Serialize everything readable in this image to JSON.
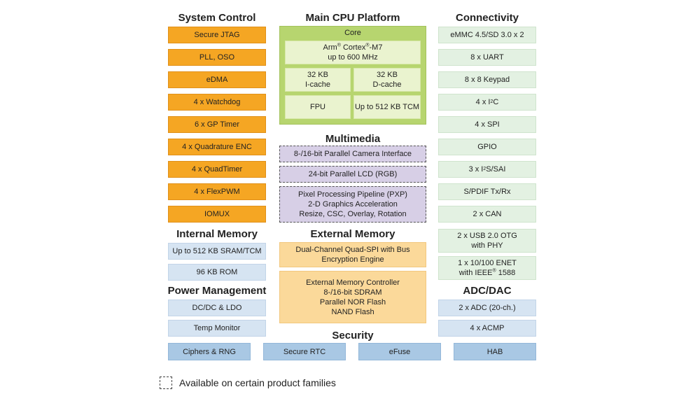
{
  "system_control": {
    "title": "System Control",
    "items": [
      "Secure JTAG",
      "PLL, OSO",
      "eDMA",
      "4 x Watchdog",
      "6 x GP Timer",
      "4 x Quadrature ENC",
      "4 x QuadTimer",
      "4 x FlexPWM",
      "IOMUX"
    ]
  },
  "internal_memory": {
    "title": "Internal Memory",
    "items": [
      "Up to 512 KB SRAM/TCM",
      "96 KB ROM"
    ]
  },
  "power_management": {
    "title": "Power Management",
    "items": [
      "DC/DC & LDO",
      "Temp Monitor"
    ]
  },
  "main_cpu": {
    "title": "Main CPU Platform",
    "core_label": "Core",
    "cpu_line1_prefix": "Arm",
    "cpu_line1_mid": "Cortex",
    "cpu_line1_suffix": "-M7",
    "reg_mark": "®",
    "cpu_line2": "up to 600 MHz",
    "icache": "32 KB\nI-cache",
    "dcache": "32 KB\nD-cache",
    "fpu": "FPU",
    "tcm": "Up to 512 KB TCM"
  },
  "multimedia": {
    "title": "Multimedia",
    "items": [
      "8-/16-bit Parallel Camera Interface",
      "24-bit Parallel LCD (RGB)",
      "Pixel Processing Pipeline (PXP)\n2-D Graphics Acceleration\nResize, CSC, Overlay, Rotation"
    ]
  },
  "external_memory": {
    "title": "External Memory",
    "items": [
      "Dual-Channel Quad-SPI with Bus\nEncryption Engine",
      "External Memory Controller\n8-/16-bit SDRAM\nParallel NOR Flash\nNAND Flash"
    ]
  },
  "connectivity": {
    "title": "Connectivity",
    "items": [
      "eMMC 4.5/SD 3.0 x 2",
      "8 x UART",
      "8 x 8 Keypad",
      "4 x I",
      "4 x SPI",
      "GPIO",
      "3 x I",
      "S/PDIF Tx/Rx",
      "2 x CAN",
      "2 x USB 2.0 OTG\nwith PHY"
    ],
    "i2c_sup": "2",
    "i2c_suffix": "C",
    "i2s_sup": "2",
    "i2s_suffix": "S/SAI",
    "enet_line1": "1 x 10/100 ENET",
    "enet_line2_prefix": "with IEEE",
    "enet_line2_suffix": " 1588",
    "reg_mark": "®"
  },
  "adc_dac": {
    "title": "ADC/DAC",
    "items": [
      "2 x ADC (20-ch.)",
      "4 x ACMP"
    ]
  },
  "security": {
    "title": "Security",
    "items": [
      "Ciphers & RNG",
      "Secure RTC",
      "eFuse",
      "HAB"
    ]
  },
  "legend": {
    "text": "Available on certain product families"
  },
  "colors": {
    "orange": "#f5a623",
    "light_blue": "#d6e4f2",
    "medium_blue": "#a9c8e4",
    "light_green": "#e3f1e2",
    "cpu_green": "#b7d56f",
    "multimedia_purple": "#d7cfe6",
    "external_memory_peach": "#fbd99a"
  }
}
